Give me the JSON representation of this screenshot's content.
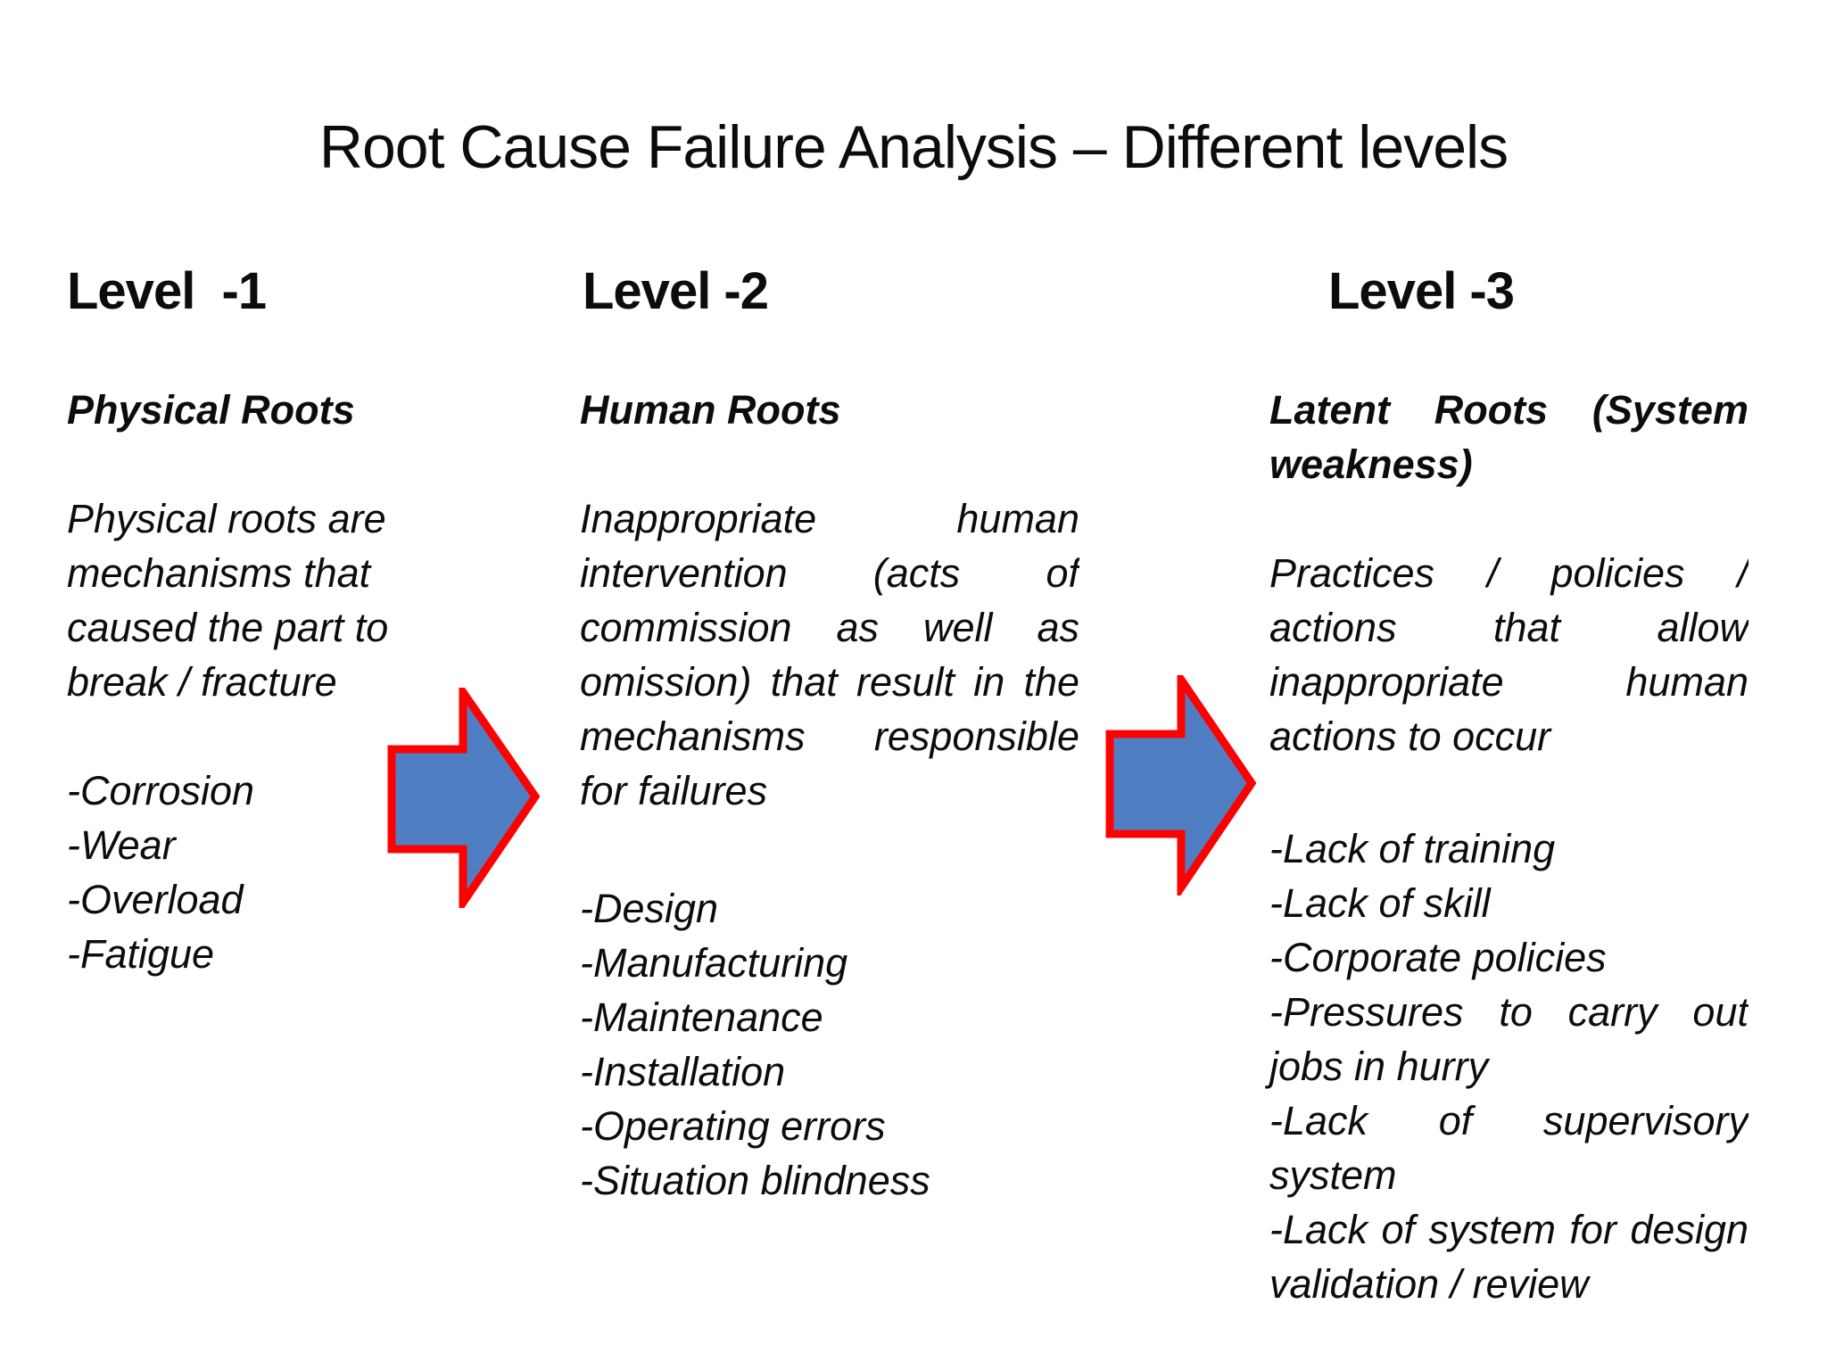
{
  "title": "Root Cause Failure Analysis – Different levels",
  "columns": [
    {
      "level": "Level  -1",
      "roots": [
        "Physical Roots"
      ],
      "para": [
        "Physical roots are",
        "mechanisms that",
        "caused the part to",
        "break / fracture"
      ],
      "list": [
        "-Corrosion",
        "-Wear",
        "-Overload",
        "-Fatigue"
      ]
    },
    {
      "level": "Level -2",
      "roots": [
        "Human Roots"
      ],
      "para": [
        "Inappropriate human",
        "intervention (acts of",
        "commission as well as",
        "omission) that result in the",
        "mechanisms responsible",
        "for failures"
      ],
      "list": [
        "-Design",
        "-Manufacturing",
        "-Maintenance",
        "-Installation",
        "-Operating errors",
        "-Situation blindness"
      ]
    },
    {
      "level": "Level -3",
      "roots": [
        "Latent Roots (System",
        "weakness)"
      ],
      "para": [
        "Practices / policies /",
        "actions that allow",
        "inappropriate human",
        "actions to occur"
      ],
      "list": [
        "-Lack of training",
        "-Lack of skill",
        "-Corporate policies",
        "-Pressures to carry out",
        "jobs in hurry",
        "-Lack of supervisory",
        "system",
        "-Lack of system for design",
        "validation / review"
      ]
    }
  ],
  "arrows": {
    "fill": "#4F7FC2",
    "stroke": "#FF0000"
  }
}
